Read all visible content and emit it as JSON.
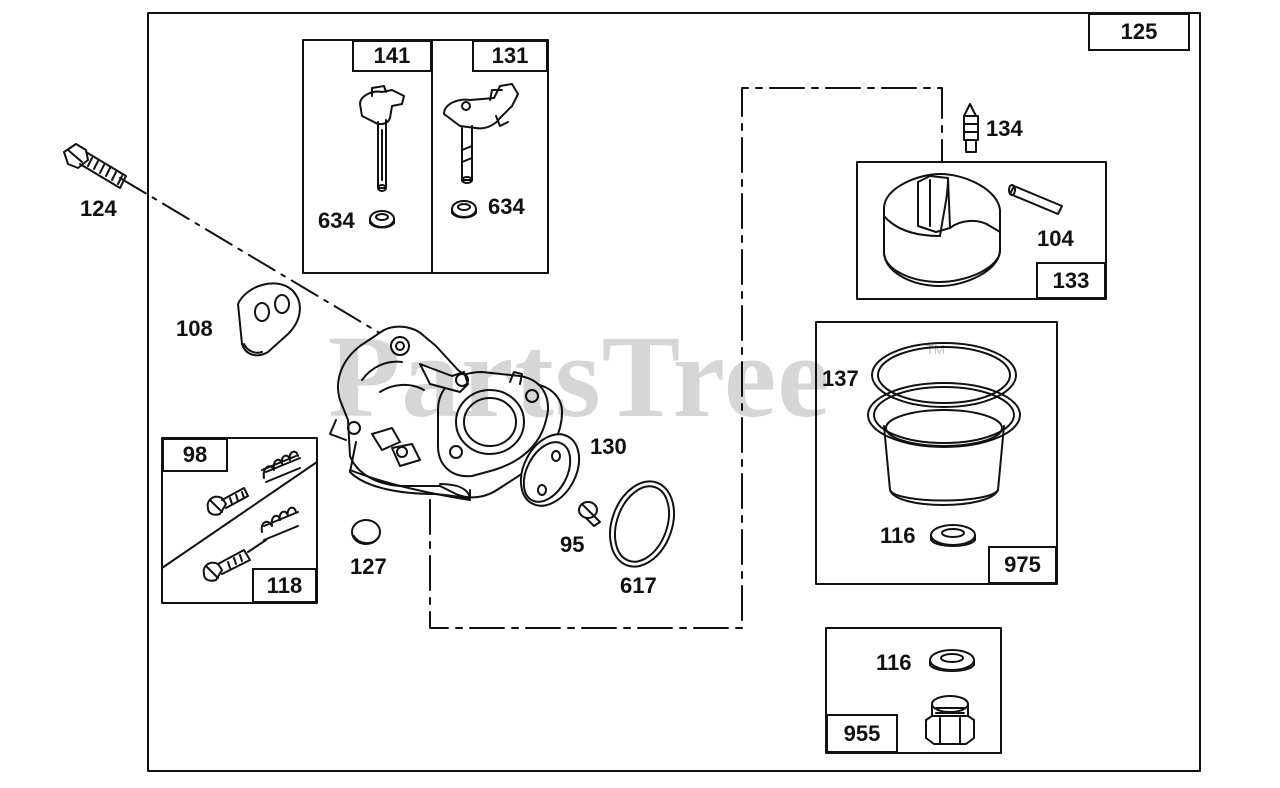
{
  "watermark": {
    "text": "PartsTree",
    "trademark": "TM"
  },
  "assembly_tag": "125",
  "kits": {
    "k141": "141",
    "k131": "131",
    "k133": "133",
    "k98": "98",
    "k118": "118",
    "k975": "975",
    "k955": "955"
  },
  "parts": {
    "p124": "124",
    "p108": "108",
    "p634a": "634",
    "p634b": "634",
    "p134": "134",
    "p104": "104",
    "p137": "137",
    "p130": "130",
    "p95": "95",
    "p617": "617",
    "p127": "127",
    "p116a": "116",
    "p116b": "116"
  }
}
